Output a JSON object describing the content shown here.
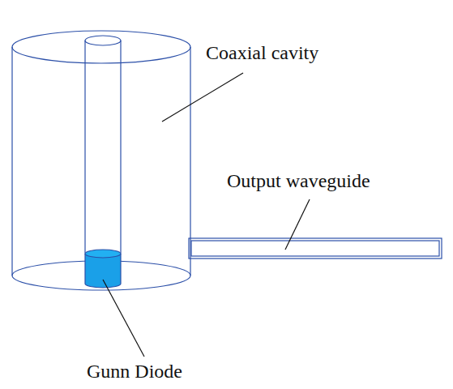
{
  "diagram": {
    "labels": [
      "Coaxial cavity",
      "Output waveguide",
      "Gunn Diode"
    ]
  }
}
